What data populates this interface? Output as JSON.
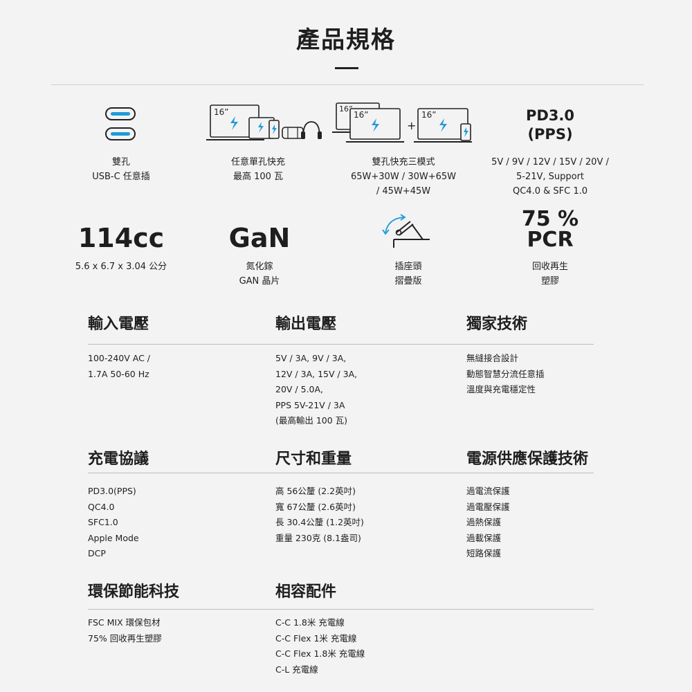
{
  "header": {
    "title": "產品規格"
  },
  "features_row1": [
    {
      "label_line1": "雙孔",
      "label_line2": "USB-C 任意插",
      "icon": "dual-usbc-port-icon"
    },
    {
      "label_line1": "任意單孔快充",
      "label_line2": "最高 100 瓦",
      "icon": "single-port-devices-icon",
      "laptop_size": "16”"
    },
    {
      "label_line1": "雙孔快充三模式",
      "label_line2": "65W+30W / 30W+65W",
      "label_line3": "/ 45W+45W",
      "icon": "dual-laptop-icon",
      "laptop_size_a": "16”",
      "laptop_size_b": "16”",
      "laptop_size_c": "16”",
      "plus": "+"
    },
    {
      "headline_line1": "PD3.0",
      "headline_line2": "(PPS)",
      "label_line1": "5V / 9V / 12V / 15V / 20V /",
      "label_line2": "5-21V, Support",
      "label_line3": "QC4.0 & SFC 1.0"
    }
  ],
  "features_row2": [
    {
      "headline": "114cc",
      "label_line1": "5.6 x 6.7 x 3.04 公分"
    },
    {
      "headline": "GaN",
      "label_line1": "氮化鎵",
      "label_line2": "GAN 晶片"
    },
    {
      "icon": "foldable-plug-icon",
      "label_line1": "插座頭",
      "label_line2": "摺疊版"
    },
    {
      "headline_line1": "75 %",
      "headline_line2": "PCR",
      "label_line1": "回收再生",
      "label_line2": "塑膠"
    }
  ],
  "specs": {
    "input_voltage": {
      "heading": "輸入電壓",
      "body": "100-240V AC /\n1.7A 50-60 Hz"
    },
    "output_voltage": {
      "heading": "輸出電壓",
      "body": "5V / 3A, 9V / 3A,\n12V / 3A, 15V / 3A,\n20V / 5.0A,\nPPS 5V-21V / 3A\n(最高輸出 100 瓦)"
    },
    "exclusive_tech": {
      "heading": "獨家技術",
      "body": "無縫接合設計\n動態智慧分流任意插\n溫度與充電穩定性"
    },
    "charging_protocol": {
      "heading": "充電協議",
      "body": "PD3.0(PPS)\nQC4.0\nSFC1.0\nApple Mode\nDCP"
    },
    "size_weight": {
      "heading": "尺寸和重量",
      "body": "高 56公釐 (2.2英吋)\n寬 67公釐 (2.6英吋)\n長 30.4公釐 (1.2英吋)\n重量 230克 (8.1盎司)"
    },
    "power_protection": {
      "heading": "電源供應保護技術",
      "body": "過電流保護\n過電壓保護\n過熱保護\n過載保護\n短路保護"
    },
    "eco_tech": {
      "heading": "環保節能科技",
      "body": "FSC MIX 環保包材\n75% 回收再生塑膠"
    },
    "accessories": {
      "heading": "相容配件",
      "body": "C-C 1.8米 充電線\nC-C Flex 1米 充電線\nC-C Flex 1.8米 充電線\nC-L 充電線"
    }
  },
  "colors": {
    "background": "#f3f3f3",
    "text": "#1e1e1e",
    "accent_blue": "#1e9bd7"
  }
}
